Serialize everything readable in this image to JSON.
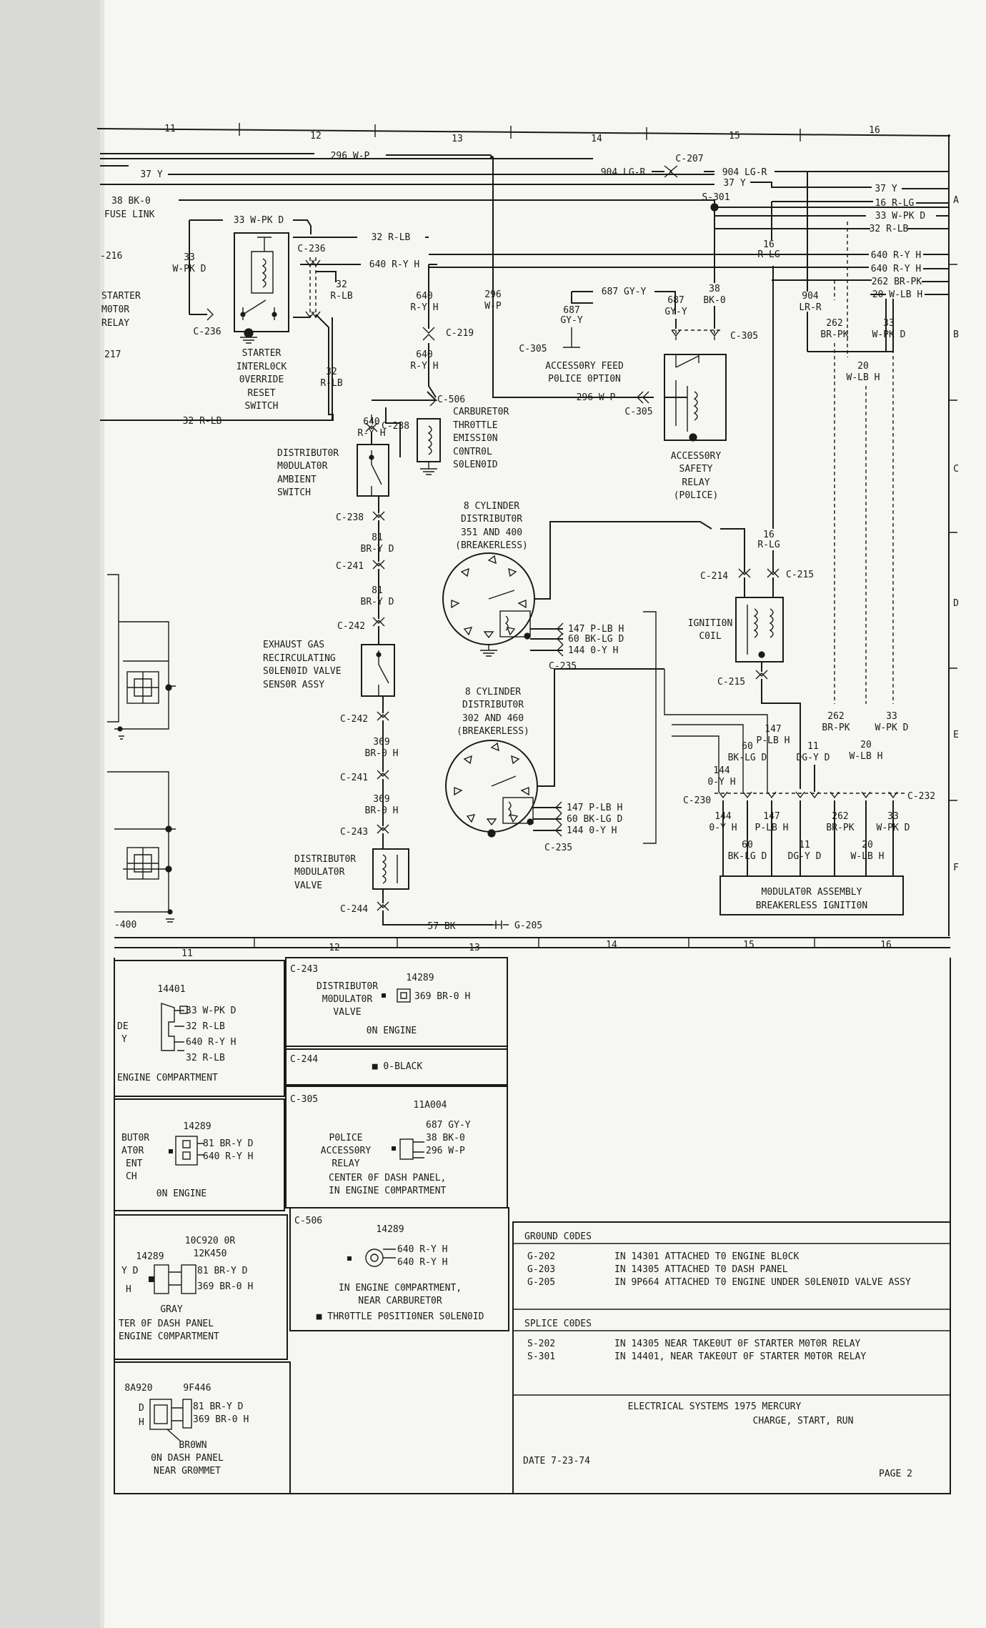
{
  "columns_top": [
    "11",
    "12",
    "13",
    "14",
    "15",
    "16"
  ],
  "columns_bottom": [
    "11",
    "12",
    "13",
    "14",
    "15",
    "16"
  ],
  "rows": [
    "A",
    "B",
    "C",
    "D",
    "E",
    "F"
  ],
  "wires": {
    "w296_top": "296 W-P",
    "w904_left": "904 LG-R",
    "c207": "C-207",
    "w904_right": "904 LG-R",
    "w37y_a": "37 Y",
    "w37y_b": "37 Y",
    "w37y_c": "37 Y",
    "s301": "S-301",
    "w38bk0": "38 BK-0",
    "fuse_link": "FUSE LINK",
    "w16rlg": "16 R-LG",
    "w33wpk": "33 W-PK D",
    "w32rlb": "32 R-LB",
    "w640_a": "640 R-Y H",
    "w640_b": "640 R-Y H",
    "w262": "262 BR-PK",
    "w20": "20 W-LB H",
    "w33wpk_left": "33 W-PK D",
    "w32rlb_left": "32 R-LB",
    "w640_left": "640 R-Y H",
    "c236_top": "C-236",
    "c236_bot": "C-236",
    "w33_num": "33",
    "w33_col": "W-PK D",
    "w32_num": "32",
    "w32_col": "R-LB",
    "n216": "-216",
    "n217": "217",
    "w32_mid_num": "32",
    "w32_mid_col": "R-LB",
    "w32rlb_bottom": "32 R-LB",
    "w640_num1": "640",
    "w640_col1": "R-Y H",
    "c219": "C-219",
    "w640_num2": "640",
    "w640_col2": "R-Y H",
    "w296_num": "296",
    "w296_col": "W-P",
    "w640_num3": "640",
    "w640_col3": "R-Y H",
    "c506": "C-506",
    "c238": "C-238",
    "w687": "687 GY-Y",
    "w687_num": "687",
    "w687_col": "GY-Y",
    "w687_num2": "687",
    "w687_col2": "GY-Y",
    "w38_num": "38",
    "w38_col": "BK-0",
    "c305_a": "C-305",
    "c305_b": "C-305",
    "c305_c": "C-305",
    "w296_wp": "296 W-P",
    "w16_num": "16",
    "w16_col": "R-LG",
    "w904_num": "904",
    "w904_col": "LR-R",
    "w262_num": "262",
    "w262_col": "BR-PK",
    "w33_num2": "33",
    "w33_col2": "W-PK D",
    "w20_num": "20",
    "w20_col": "W-LB H",
    "c238_b": "C-238",
    "w81_num": "81",
    "w81_col": "BR-Y D",
    "c241": "C-241",
    "w81_num2": "81",
    "w81_col2": "BR-Y D",
    "c242": "C-242",
    "c242_b": "C-242",
    "w369_num": "369",
    "w369_col": "BR-0 H",
    "c241_b": "C-241",
    "w369_num2": "369",
    "w369_col2": "BR-0 H",
    "c243": "C-243",
    "c244": "C-244",
    "w57bk": "57 BK",
    "g205": "G-205",
    "w147a": "147 P-LB H",
    "w60a": "60 BK-LG D",
    "w144a": "144 0-Y H",
    "c235a": "C-235",
    "w147b": "147 P-LB H",
    "w60b": "60 BK-LG D",
    "w144b": "144 0-Y H",
    "c235b": "C-235",
    "w16_num2": "16",
    "w16_col2": "R-LG",
    "c214": "C-214",
    "c215": "C-215",
    "c215_b": "C-215",
    "w147_num": "147",
    "w147_col": "P-LB H",
    "w60_num": "60",
    "w60_col": "BK-LG D",
    "w144_num": "144",
    "w144_col": "0-Y H",
    "w11_num": "11",
    "w11_col": "DG-Y D",
    "w262_num2": "262",
    "w262_col2": "BR-PK",
    "w20_num2": "20",
    "w20_col2": "W-LB H",
    "w33_num3": "33",
    "w33_col3": "W-PK D",
    "c230": "C-230",
    "c232": "C-232",
    "w144_num2": "144",
    "w144_col2": "0-Y H",
    "w147_num2": "147",
    "w147_col2": "P-LB H",
    "w60_num2": "60",
    "w60_col2": "BK-LG D",
    "w11_num2": "11",
    "w11_col2": "DG-Y D",
    "w262_num3": "262",
    "w262_col3": "BR-PK",
    "w20_num3": "20",
    "w20_col3": "W-LB H",
    "w33_num4": "33",
    "w33_col4": "W-PK D",
    "n400": "-400"
  },
  "components": {
    "starter_relay": [
      "STARTER",
      "M0T0R",
      "RELAY"
    ],
    "interlock": [
      "STARTER",
      "INTERL0CK",
      "0VERRIDE",
      "RESET",
      "SWITCH"
    ],
    "carb": [
      "CARBURET0R",
      "THR0TTLE",
      "EMISSI0N",
      "C0NTR0L",
      "S0LEN0ID"
    ],
    "accessory_feed": [
      "ACCESS0RY FEED",
      "P0LICE 0PTI0N"
    ],
    "safety_relay": [
      "ACCESS0RY",
      "SAFETY",
      "RELAY",
      "(P0LICE)"
    ],
    "dist_ambient": [
      "DISTRIBUT0R",
      "M0DULAT0R",
      "AMBIENT",
      "SWITCH"
    ],
    "dist1": [
      "8 CYLINDER",
      "DISTRIBUT0R",
      "351 AND 400",
      "(BREAKERLESS)"
    ],
    "dist2": [
      "8 CYLINDER",
      "DISTRIBUT0R",
      "302 AND 460",
      "(BREAKERLESS)"
    ],
    "egr": [
      "EXHAUST GAS",
      "RECIRCULATING",
      "S0LEN0ID VALVE",
      "SENS0R ASSY"
    ],
    "ignition_coil": [
      "IGNITI0N",
      "C0IL"
    ],
    "dist_valve": [
      "DISTRIBUT0R",
      "M0DULAT0R",
      "VALVE"
    ],
    "modulator": [
      "M0DULAT0R ASSEMBLY",
      "BREAKERLESS IGNITI0N"
    ]
  },
  "connectors": {
    "box1": {
      "part": "14401",
      "wires": [
        "33 W-PK D",
        "32 R-LB",
        "640 R-Y H",
        "32 R-LB"
      ],
      "side": [
        "DE",
        "Y"
      ],
      "loc": "ENGINE C0MPARTMENT"
    },
    "box2": {
      "part": "14289",
      "wires": [
        "81 BR-Y D",
        "640 R-Y H"
      ],
      "side": [
        "BUT0R",
        "AT0R",
        "ENT",
        "CH"
      ],
      "loc": "0N ENGINE"
    },
    "box3": {
      "part1": "10C920 0R",
      "part2": "12K450",
      "left": "14289",
      "wires": [
        "81 BR-Y D",
        "369 BR-0 H"
      ],
      "side": [
        "Y D",
        "H"
      ],
      "color": "GRAY",
      "loc1": "TER 0F DASH PANEL",
      "loc2": "ENGINE C0MPARTMENT"
    },
    "box4": {
      "left": "8A920",
      "part": "9F446",
      "wires": [
        "81 BR-Y D",
        "369 BR-0 H"
      ],
      "side": [
        "D",
        "H"
      ],
      "color": "BR0WN",
      "loc1": "0N DASH PANEL",
      "loc2": "NEAR GR0MMET"
    },
    "c243": {
      "code": "C-243",
      "part": "14289",
      "name": [
        "DISTRIBUT0R",
        "M0DULAT0R",
        "VALVE"
      ],
      "wire": "369 BR-0 H",
      "loc": "0N ENGINE"
    },
    "c244": {
      "code": "C-244",
      "desc": "■ 0-BLACK"
    },
    "c305": {
      "code": "C-305",
      "part": "11A004",
      "name": [
        "P0LICE",
        "ACCESS0RY",
        "RELAY"
      ],
      "wires": [
        "687 GY-Y",
        "38 BK-0",
        "296 W-P"
      ],
      "loc1": "CENTER 0F DASH PANEL,",
      "loc2": "IN ENGINE C0MPARTMENT"
    },
    "c506": {
      "code": "C-506",
      "part": "14289",
      "wires": [
        "640 R-Y H",
        "640 R-Y H"
      ],
      "loc1": "IN ENGINE C0MPARTMENT,",
      "loc2": "NEAR CARBURET0R",
      "note": "■ THR0TTLE P0SITI0NER S0LEN0ID"
    }
  },
  "ground_codes": {
    "title": "GR0UND C0DES",
    "items": [
      {
        "code": "G-202",
        "desc": "IN 14301 ATTACHED T0 ENGINE BL0CK"
      },
      {
        "code": "G-203",
        "desc": "IN 14305 ATTACHED T0 DASH PANEL"
      },
      {
        "code": "G-205",
        "desc": "IN 9P664 ATTACHED T0 ENGINE UNDER S0LEN0ID VALVE ASSY"
      }
    ]
  },
  "splice_codes": {
    "title": "SPLICE C0DES",
    "items": [
      {
        "code": "S-202",
        "desc": "IN 14305 NEAR TAKE0UT 0F STARTER M0T0R RELAY"
      },
      {
        "code": "S-301",
        "desc": "IN 14401, NEAR TAKE0UT 0F STARTER M0T0R RELAY"
      }
    ]
  },
  "title_block": {
    "line1": "ELECTRICAL SYSTEMS 1975 MERCURY",
    "line2": "CHARGE, START, RUN",
    "date": "DATE 7-23-74",
    "page": "PAGE 2"
  },
  "colors": {
    "ink": "#1a1a1a",
    "paper": "#f6f6f3",
    "margin": "#d9d9d7"
  }
}
